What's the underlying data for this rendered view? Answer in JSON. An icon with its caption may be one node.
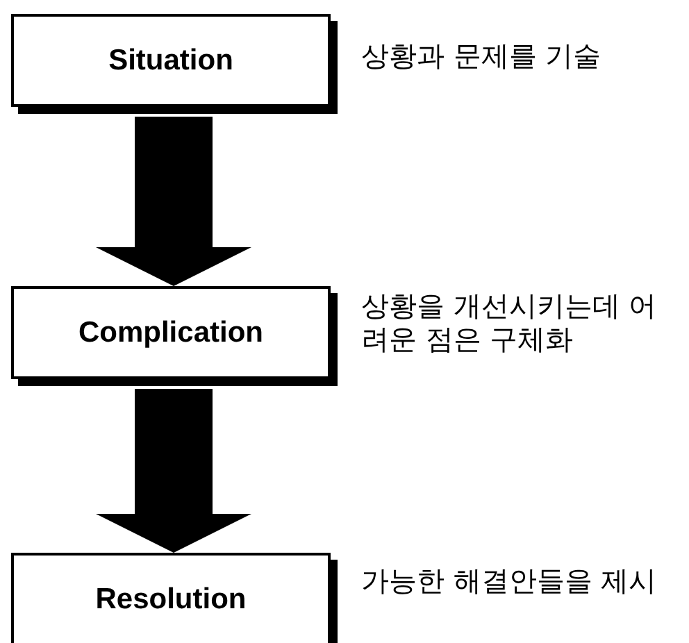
{
  "diagram": {
    "nodes": [
      {
        "text": [
          "Situation"
        ],
        "beside": [
          "상황과 문제를 기술"
        ]
      },
      {
        "text": [
          "Complication"
        ],
        "beside": [
          "상황을 개선시키는데 어려운 점은 구체화"
        ]
      },
      {
        "text": [
          "Resolution"
        ],
        "beside": [
          "가능한 해결안들을 제시"
        ]
      }
    ],
    "edges": [
      {
        "from": 0,
        "to": 1,
        "arrow": "to"
      },
      {
        "from": 1,
        "to": 2,
        "arrow": "to"
      }
    ]
  }
}
